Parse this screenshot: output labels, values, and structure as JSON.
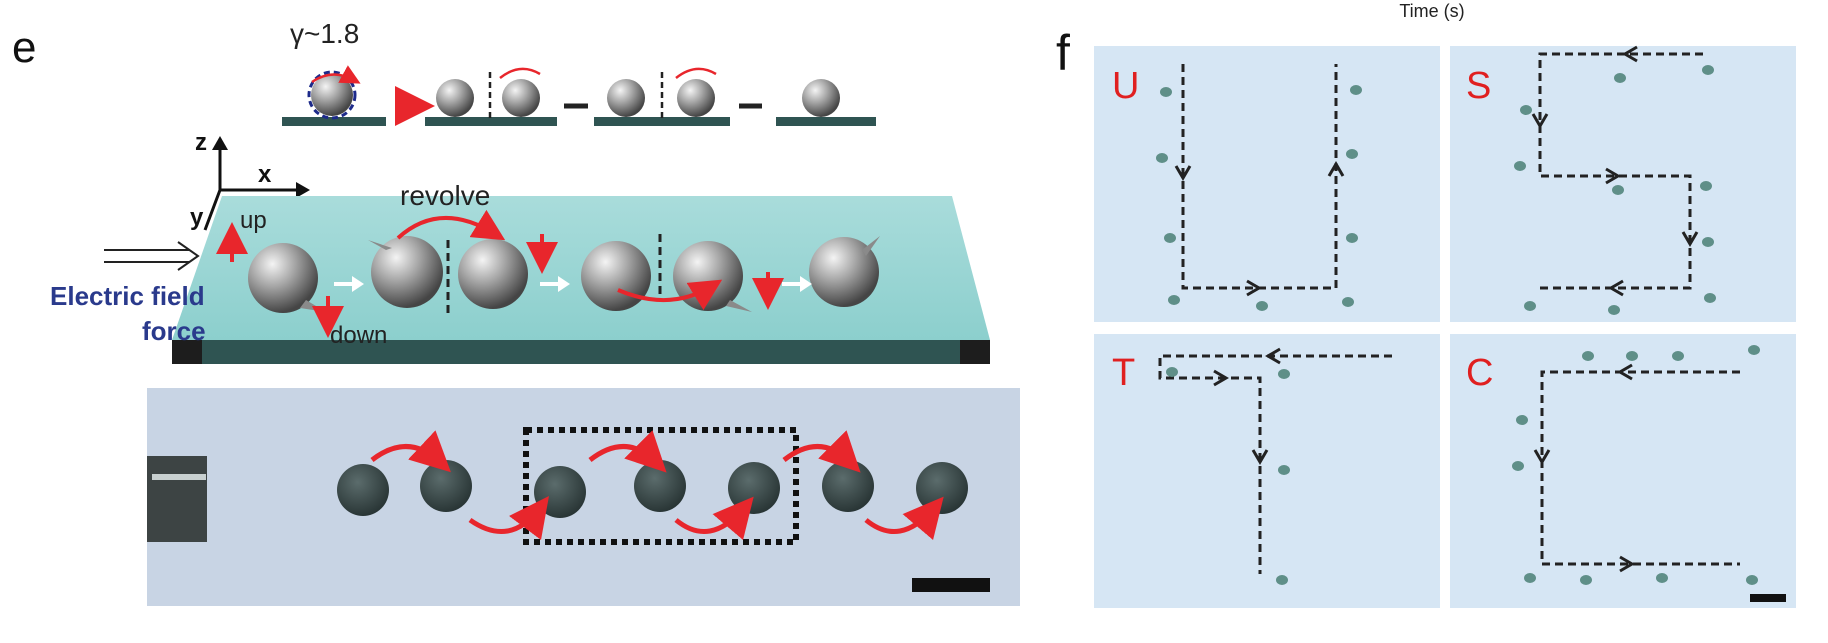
{
  "header_text": "Time (s)",
  "panel_e": {
    "label": "e",
    "gamma_label": "γ~1.8",
    "axes": {
      "z": "z",
      "x": "x",
      "y": "y"
    },
    "labels": {
      "up": "up",
      "down": "down",
      "revolve": "revolve"
    },
    "force_label": [
      "Electric field",
      "force"
    ],
    "colors": {
      "substrate": "#9fd6d4",
      "arrow_red": "#e8262c",
      "text_blue": "#2a3a8c"
    }
  },
  "panel_f": {
    "label": "f",
    "letters": [
      "U",
      "S",
      "T",
      "C"
    ],
    "colors": {
      "tile_bg": "#d6e6f4",
      "letter": "#e02020",
      "path": "#222222",
      "dots": "#5f8f88"
    }
  }
}
